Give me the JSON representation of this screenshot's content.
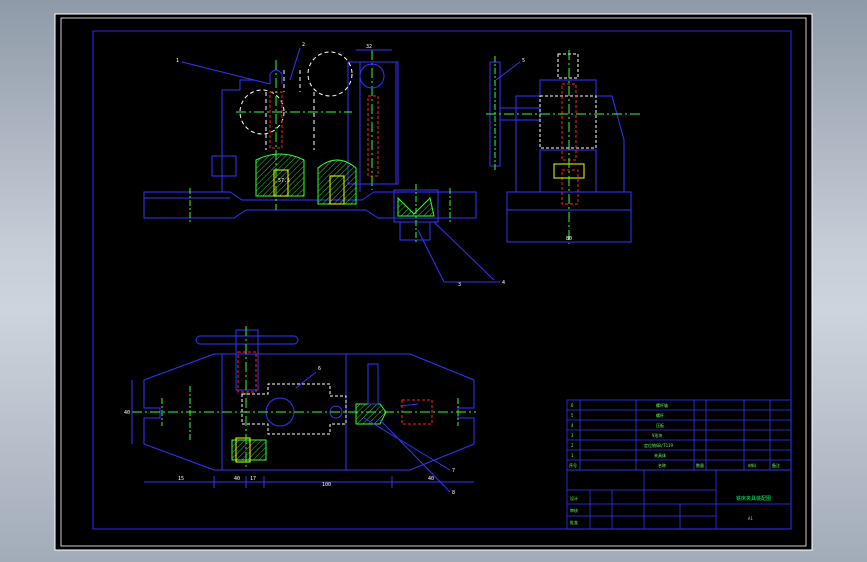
{
  "drawing": {
    "dimensions": {
      "front_width": "57.5",
      "plan_height": "40",
      "plan_len_1": "15",
      "plan_len_2": "40",
      "plan_len_3": "100",
      "plan_len_4": "40",
      "plan_len_5": "17",
      "side_width": "80",
      "side_top": "32"
    },
    "leaders": {
      "front_1": "1",
      "front_2": "2",
      "front_3": "3",
      "front_4": "4",
      "side_5": "5",
      "plan_6": "6",
      "plan_7": "7",
      "plan_8": "8"
    },
    "title_block": {
      "rows": [
        {
          "no": "6",
          "name": "螺杆轴"
        },
        {
          "no": "5",
          "name": "螺杆"
        },
        {
          "no": "4",
          "name": "压板"
        },
        {
          "no": "3",
          "name": "V形块"
        },
        {
          "no": "2",
          "name": "定位销GB/T119"
        },
        {
          "no": "1",
          "name": "夹具体"
        }
      ],
      "header": [
        "序号",
        "名称",
        "数量",
        "材料",
        "备注"
      ],
      "title": "铣床夹具装配图",
      "sheet": "A1",
      "sign_labels": [
        "设计",
        "审核",
        "批准"
      ]
    }
  }
}
